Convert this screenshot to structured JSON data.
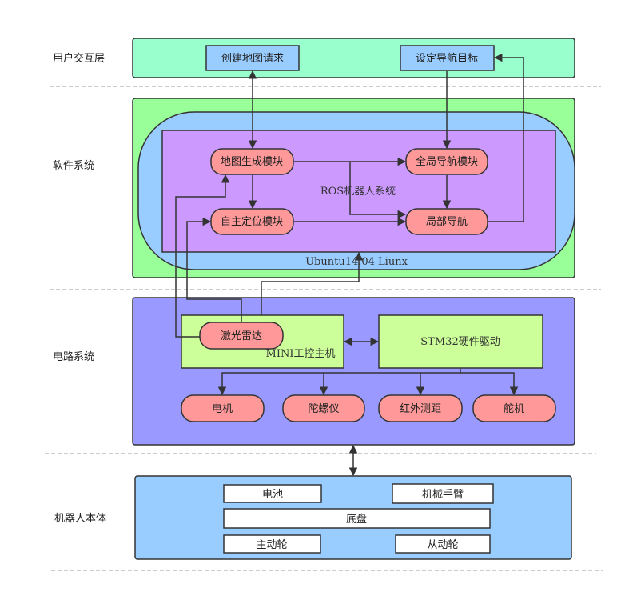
{
  "layers": {
    "user": "用户交互层",
    "software": "软件系统",
    "circuit": "电路系统",
    "robot": "机器人本体"
  },
  "user_layer": {
    "create_map_request": "创建地图请求",
    "set_nav_goal": "设定导航目标"
  },
  "software": {
    "os_label": "Ubuntu14.04 Liunx",
    "ros_label": "ROS机器人系统",
    "map_gen": "地图生成模块",
    "global_nav": "全局导航模块",
    "self_locate": "自主定位模块",
    "local_nav": "局部导航"
  },
  "circuit": {
    "mini_pc": "MINI工控主机",
    "lidar": "激光雷达",
    "stm32": "STM32硬件驱动",
    "motor": "电机",
    "gyro": "陀螺仪",
    "ir_range": "红外测距",
    "servo": "舵机"
  },
  "robot": {
    "battery": "电池",
    "arm": "机械手臂",
    "chassis": "底盘",
    "drive_wheel": "主动轮",
    "driven_wheel": "从动轮"
  },
  "colors": {
    "user_bg": "#99ffcc",
    "box_blue": "#99ccff",
    "software_bg": "#99ff99",
    "ubuntu_bg": "#99ccff",
    "ros_bg": "#cc99ff",
    "module_red": "#ff9999",
    "circuit_bg": "#9999ff",
    "green_box": "#ccff99",
    "robot_bg": "#99ccff"
  }
}
